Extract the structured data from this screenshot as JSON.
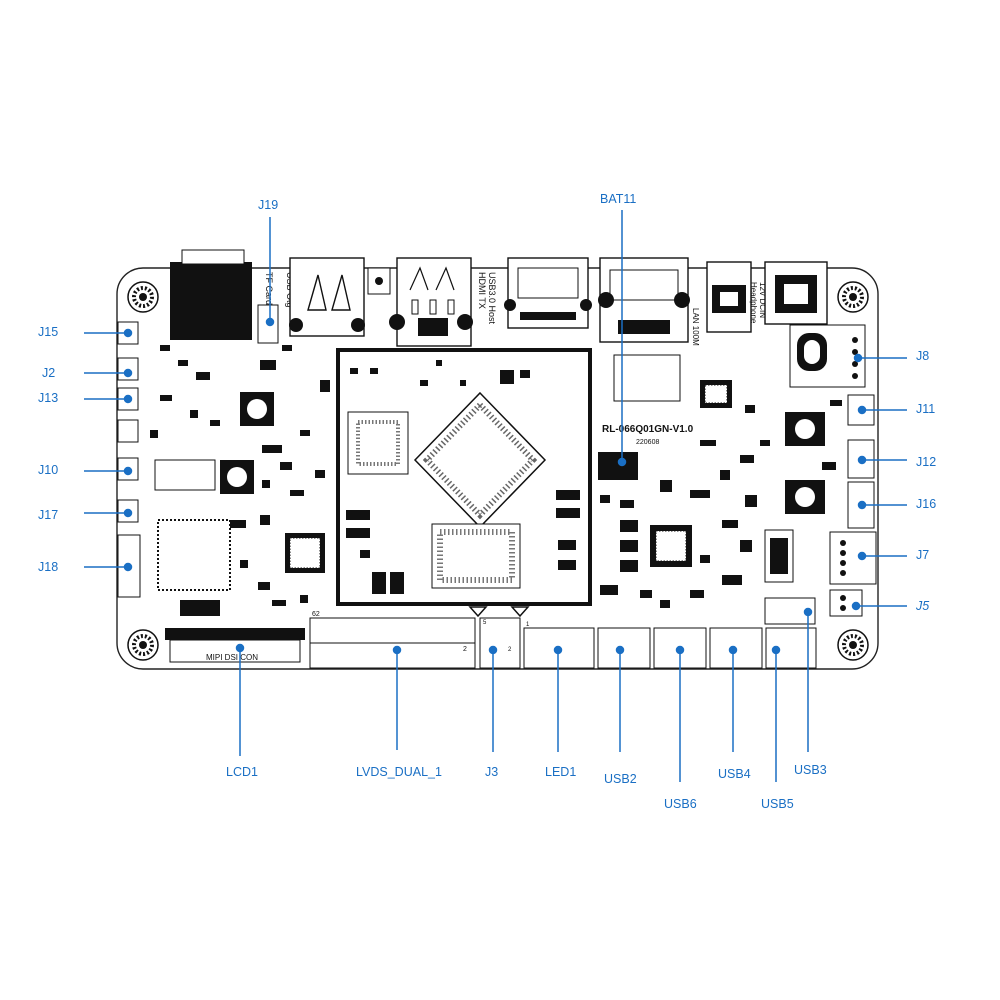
{
  "accent_color": "#1a6fc4",
  "board": {
    "model": "RL-066Q01GN-V1.0",
    "date_code": "220608",
    "silkscreen": {
      "usb_otg": "USB Otg",
      "tf_card": "TF Card",
      "hdmi_tx": "HDMI TX",
      "usb3_host": "USB3.0 Host",
      "lan": "LAN 100M",
      "dcin": "12V DCIN",
      "headphone": "Headphone",
      "mipi_dsi": "MIPI DSI CON",
      "pin_62": "62",
      "pin_1": "1",
      "pin_2": "2",
      "pin_5": "5",
      "pin_2b": "2"
    }
  },
  "labels": {
    "J19": "J19",
    "BAT11": "BAT11",
    "J15": "J15",
    "J2": "J2",
    "J13": "J13",
    "J10": "J10",
    "J17": "J17",
    "J18": "J18",
    "J8": "J8",
    "J11": "J11",
    "J12": "J12",
    "J16": "J16",
    "J7": "J7",
    "J5": "J5",
    "LCD1": "LCD1",
    "LVDS_DUAL_1": "LVDS_DUAL_1",
    "J3": "J3",
    "LED1": "LED1",
    "USB2": "USB2",
    "USB6": "USB6",
    "USB4": "USB4",
    "USB5": "USB5",
    "USB3": "USB3"
  }
}
